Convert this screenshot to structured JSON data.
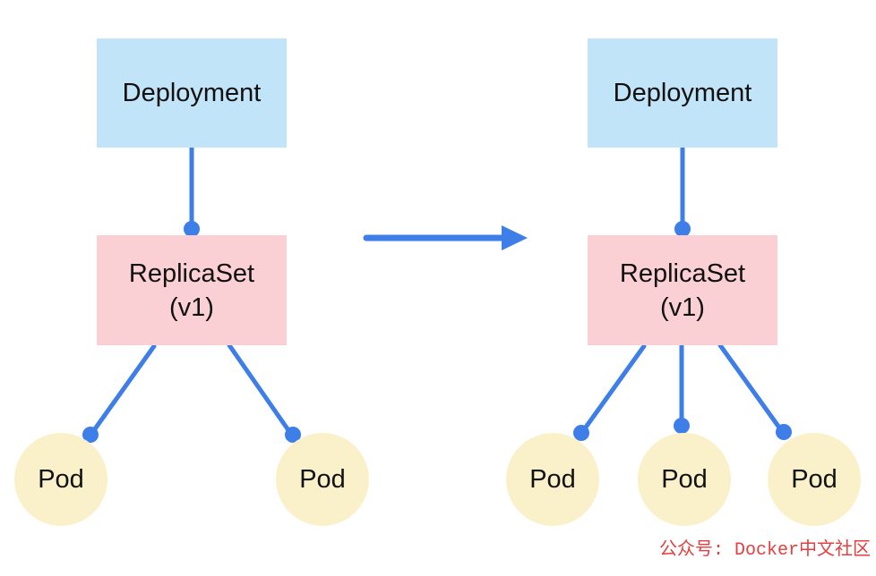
{
  "colors": {
    "deployment_box": "#c2e4f8",
    "replicaset_box": "#fbd0d5",
    "pod_circle": "#faf1cb",
    "connector_blue": "#3d7ee8",
    "watermark_red": "#e33f3f",
    "label_text": "#111111",
    "background": "#ffffff"
  },
  "left_diagram": {
    "deployment_label": "Deployment",
    "replicaset_label_line1": "ReplicaSet",
    "replicaset_label_line2": "(v1)",
    "pods": [
      "Pod",
      "Pod"
    ]
  },
  "right_diagram": {
    "deployment_label": "Deployment",
    "replicaset_label_line1": "ReplicaSet",
    "replicaset_label_line2": "(v1)",
    "pods": [
      "Pod",
      "Pod",
      "Pod"
    ]
  },
  "watermark_text": "公众号: Docker中文社区"
}
